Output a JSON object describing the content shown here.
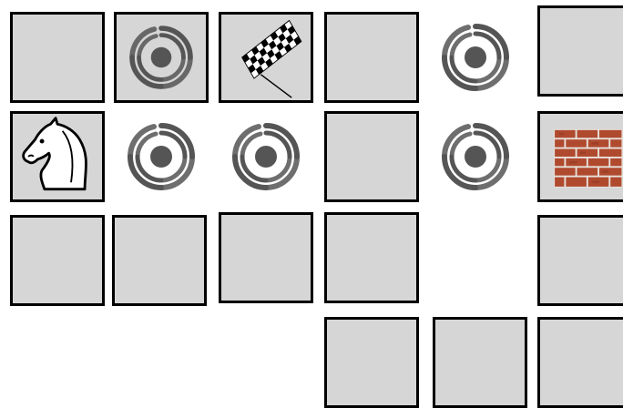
{
  "board": {
    "rows": [
      [
        "empty",
        "vortex",
        "goal",
        "empty",
        "vortex-open",
        "empty"
      ],
      [
        "knight",
        "vortex-open",
        "vortex-open",
        "empty",
        "vortex-open",
        "wall"
      ],
      [
        "empty",
        "empty",
        "empty",
        "empty",
        "none",
        "empty"
      ],
      [
        "none",
        "none",
        "none",
        "empty",
        "empty",
        "empty"
      ]
    ],
    "icons": {
      "vortex": "vortex-icon",
      "goal": "checkered-flag-icon",
      "knight": "chess-knight-icon",
      "wall": "brick-wall-icon"
    },
    "colors": {
      "tile_fill": "#d6d6d6",
      "tile_border": "#000000",
      "vortex": "#555555",
      "brick": "#b04a2f",
      "mortar": "#e8e2dc"
    }
  }
}
